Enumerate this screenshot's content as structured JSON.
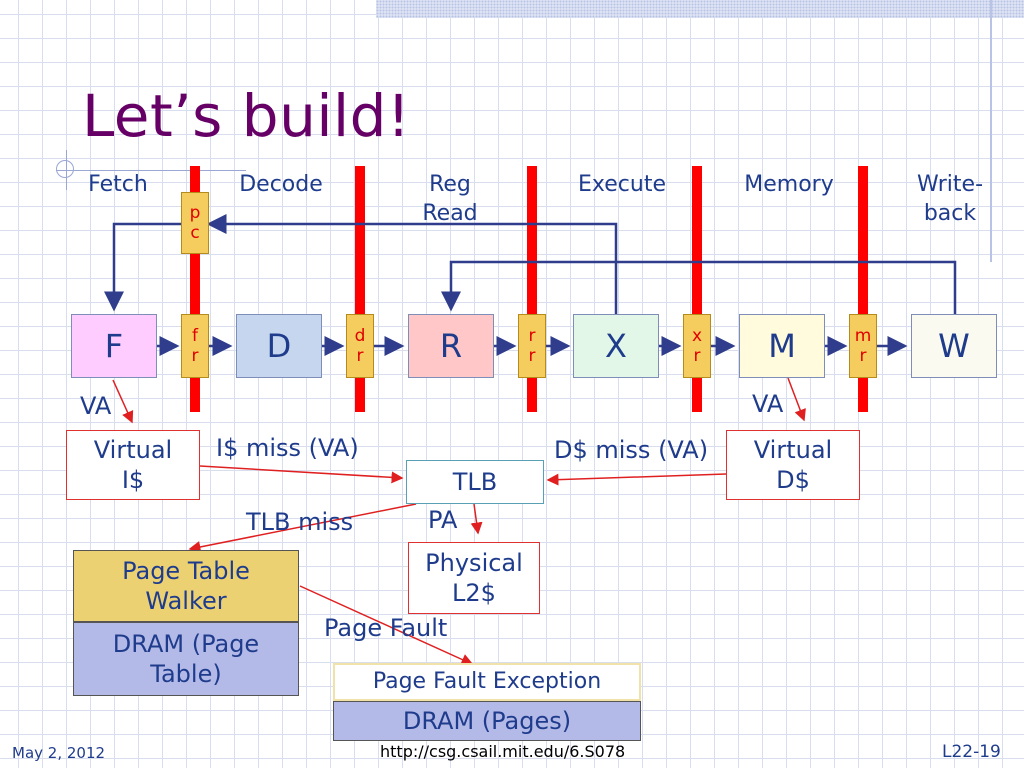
{
  "slide": {
    "title": "Let’s build!",
    "footer_date": "May 2, 2012",
    "footer_url": "http://csg.csail.mit.edu/6.S078",
    "footer_page": "L22-19"
  },
  "stages": [
    "Fetch",
    "Decode",
    "Reg Read",
    "Execute",
    "Memory",
    "Write-back"
  ],
  "pipeline": {
    "units": [
      "F",
      "D",
      "R",
      "X",
      "M",
      "W"
    ],
    "pc_register": [
      "p",
      "c"
    ],
    "latches": [
      [
        "f",
        "r"
      ],
      [
        "d",
        "r"
      ],
      [
        "r",
        "r"
      ],
      [
        "x",
        "r"
      ],
      [
        "m",
        "r"
      ]
    ]
  },
  "memory": {
    "va_left": "VA",
    "va_right": "VA",
    "virtual_icache": [
      "Virtual",
      "I$"
    ],
    "virtual_dcache": [
      "Virtual",
      "D$"
    ],
    "icache_miss": "I$ miss (VA)",
    "dcache_miss": "D$ miss (VA)",
    "tlb": "TLB",
    "tlb_miss": "TLB miss",
    "pa": "PA",
    "physical_l2": [
      "Physical",
      "L2$"
    ],
    "page_table_walker": [
      "Page Table",
      "Walker"
    ],
    "dram_page_table": [
      "DRAM (Page",
      "Table)"
    ],
    "page_fault": "Page Fault",
    "page_fault_exception": "Page Fault Exception",
    "dram_pages": "DRAM (Pages)"
  },
  "colors": {
    "title": "#660066",
    "text": "#1f3c8c",
    "pipeline_bar": "#ff0000",
    "latch": "#f5cd5e",
    "unit_F": "#ffccff",
    "unit_D": "#c6d6ef",
    "unit_R": "#ffc7c7",
    "unit_X": "#e3f7e8",
    "unit_M": "#fffbdc",
    "unit_W": "#fafaf0",
    "walker": "#ecd173",
    "dram": "#b4bae8"
  }
}
